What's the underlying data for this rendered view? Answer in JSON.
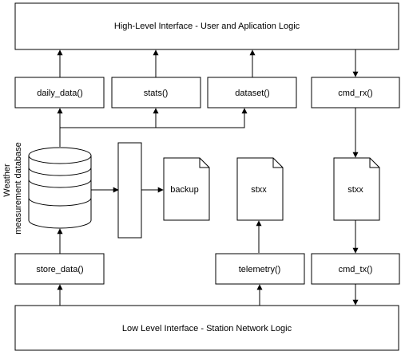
{
  "diagram": {
    "high_level_interface": "High-Level Interface - User and Aplication Logic",
    "low_level_interface": "Low Level Interface - Station Network Logic",
    "functions": {
      "daily_data": "daily_data()",
      "stats": "stats()",
      "dataset": "dataset()",
      "cmd_rx": "cmd_rx()",
      "store_data": "store_data()",
      "telemetry": "telemetry()",
      "cmd_tx": "cmd_tx()"
    },
    "documents": {
      "backup": "backup",
      "stxx_telemetry": "stxx",
      "stxx_command": "stxx"
    },
    "database_label_line1": "Weather",
    "database_label_line2": "measurement database"
  }
}
